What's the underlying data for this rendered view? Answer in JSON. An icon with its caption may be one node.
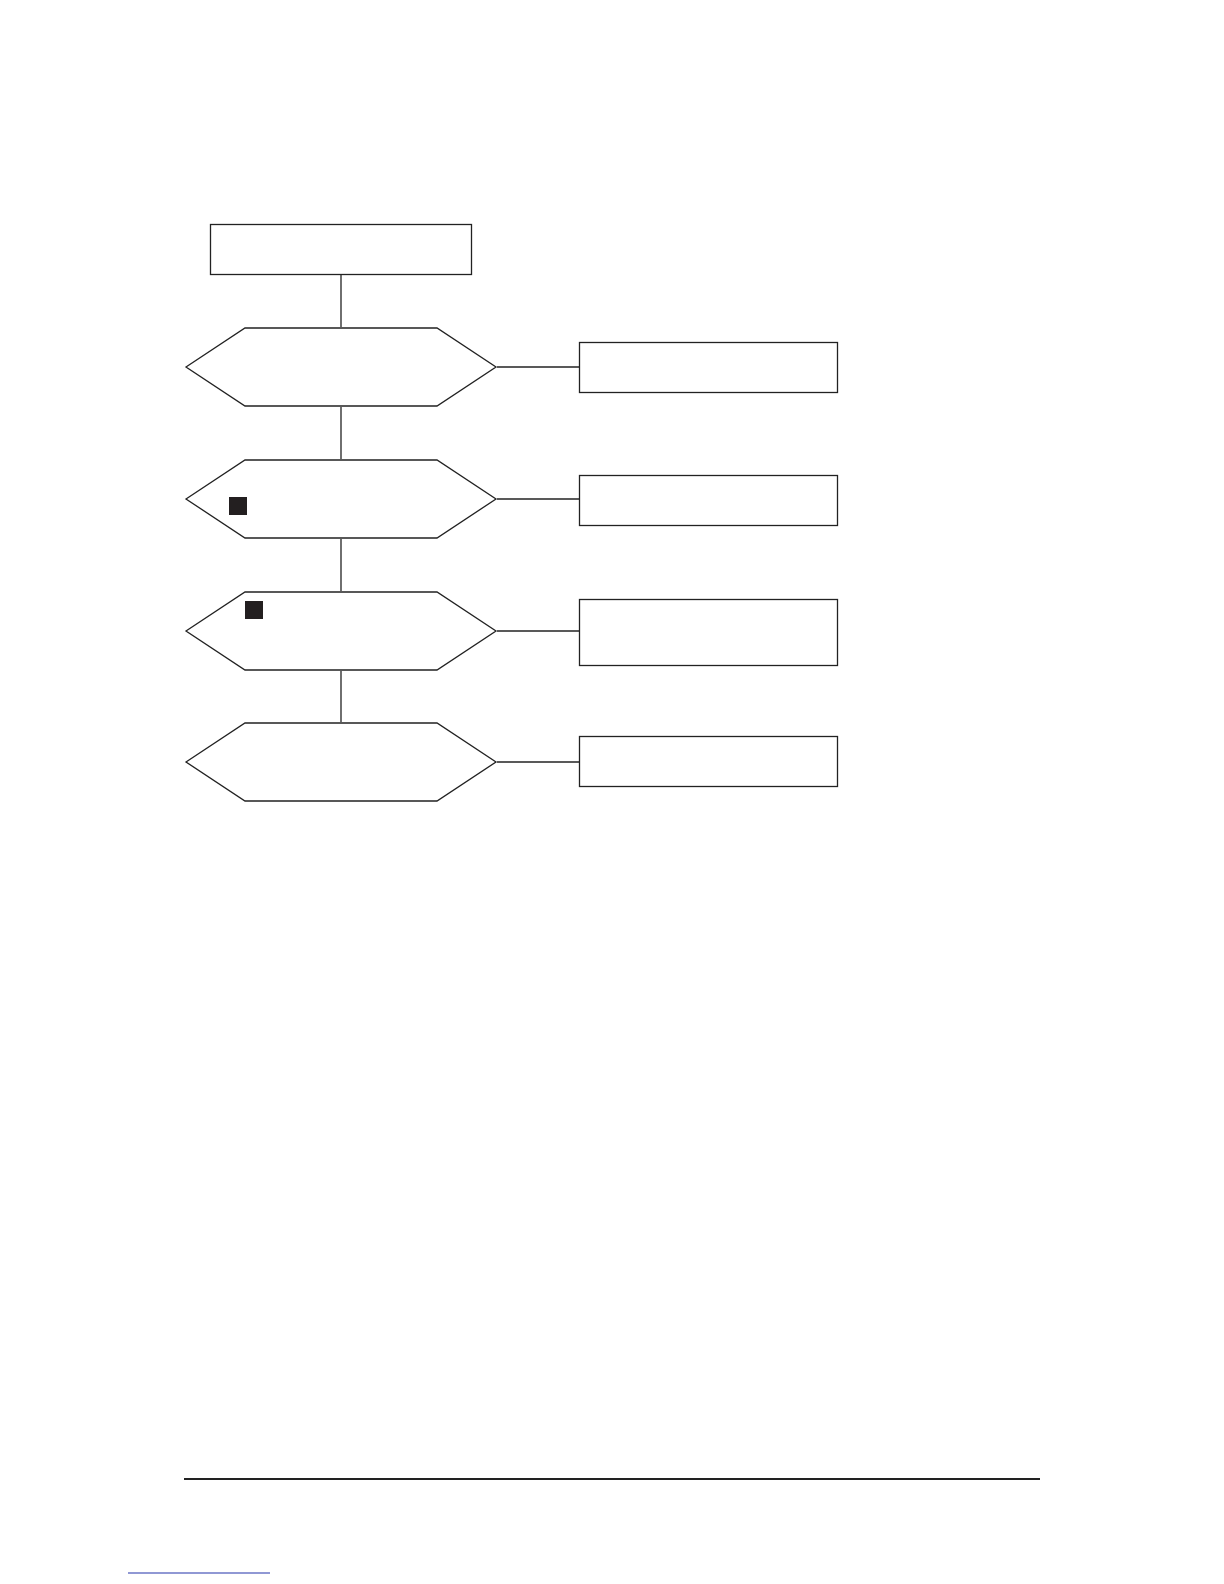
{
  "diagram": {
    "nodes": [
      {
        "text": [],
        "shape": "box"
      },
      {
        "text": [],
        "shape": "hexagon"
      },
      {
        "text": [],
        "shape": "box"
      },
      {
        "text": [],
        "shape": "hexagon"
      },
      {
        "text": [],
        "shape": "box"
      },
      {
        "text": [],
        "shape": "hexagon"
      },
      {
        "text": [],
        "shape": "box"
      },
      {
        "text": [],
        "shape": "hexagon"
      },
      {
        "text": [],
        "shape": "box"
      }
    ],
    "edges": [
      {
        "from": 0,
        "to": 1,
        "arrow": "none"
      },
      {
        "from": 1,
        "to": 2,
        "arrow": "none"
      },
      {
        "from": 1,
        "to": 3,
        "arrow": "none"
      },
      {
        "from": 3,
        "to": 4,
        "arrow": "none"
      },
      {
        "from": 3,
        "to": 5,
        "arrow": "none"
      },
      {
        "from": 5,
        "to": 6,
        "arrow": "none"
      },
      {
        "from": 5,
        "to": 7,
        "arrow": "none"
      },
      {
        "from": 7,
        "to": 8,
        "arrow": "none"
      }
    ]
  }
}
